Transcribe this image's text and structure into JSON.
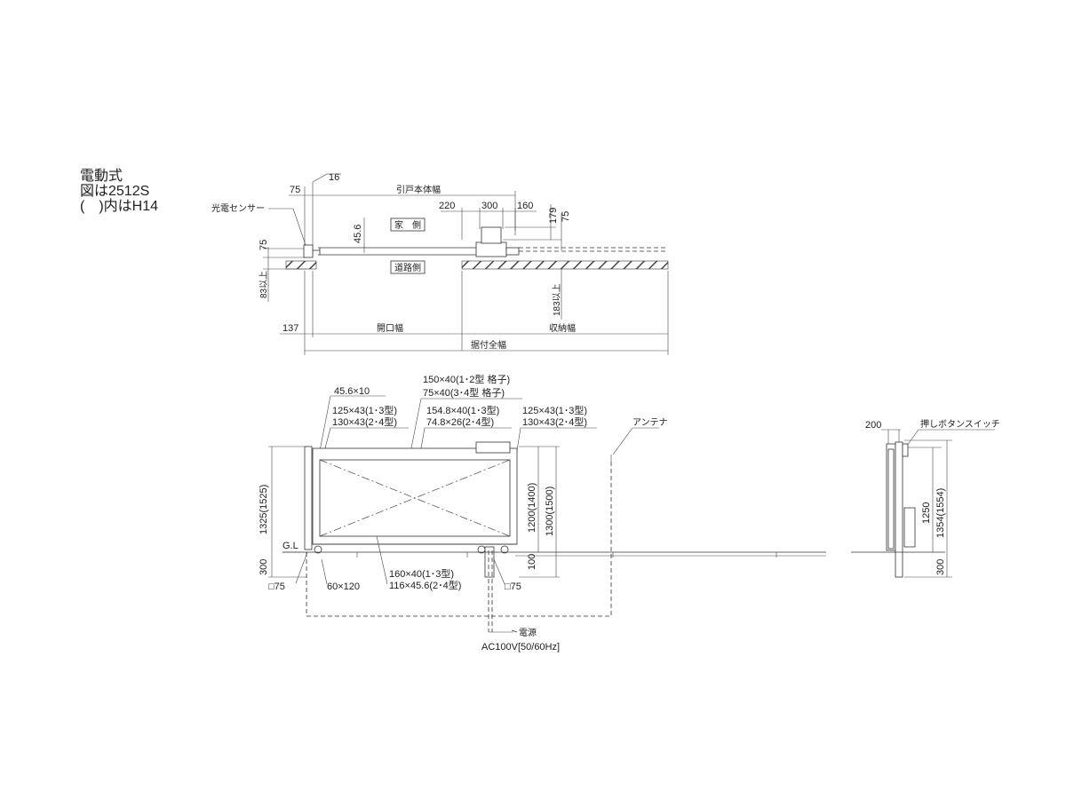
{
  "heading": {
    "line1": "電動式",
    "line2": "図は2512S",
    "line3": "(　)内はH14"
  },
  "plan": {
    "d_16": "16",
    "d_75_top": "75",
    "hikido_width": "引戸本体幅",
    "d_220": "220",
    "d_300": "300",
    "d_160": "160",
    "d_179": "179",
    "d_75_right": "75",
    "sensor_label": "光電センサー",
    "d_75_left": "75",
    "d_45_6": "45.6",
    "house_side": "家　側",
    "road_side": "道路側",
    "d_83": "83以上",
    "d_183": "183以上",
    "d_137": "137",
    "opening_width": "開口幅",
    "storage_width": "収納幅",
    "total_width": "据付全幅"
  },
  "elevation": {
    "d_45_6x10": "45.6×10",
    "grid_top_1": "150×40(1･2型 格子)",
    "grid_top_2": "75×40(3･4型 格子)",
    "left_1": "125×43(1･3型)",
    "left_2": "130×43(2･4型)",
    "mid_1": "154.8×40(1･3型)",
    "mid_2": "74.8×26(2･4型)",
    "right_1": "125×43(1･3型)",
    "right_2": "130×43(2･4型)",
    "antenna": "アンテナ",
    "h_1325": "1325(1525)",
    "gl": "G.L",
    "h_300_left": "300",
    "post_left": "□75",
    "d_60x120": "60×120",
    "bottom_1": "160×40(1･3型)",
    "bottom_2": "116×45.6(2･4型)",
    "post_right": "□75",
    "h_1200": "1200(1400)",
    "h_1300": "1300(1500)",
    "h_100": "100",
    "power": "電源",
    "power_spec": "AC100V[50/60Hz]"
  },
  "side": {
    "d_200": "200",
    "push_button": "押しボタンスイッチ",
    "h_1250": "1250",
    "h_1354": "1354(1554)",
    "h_300": "300"
  }
}
